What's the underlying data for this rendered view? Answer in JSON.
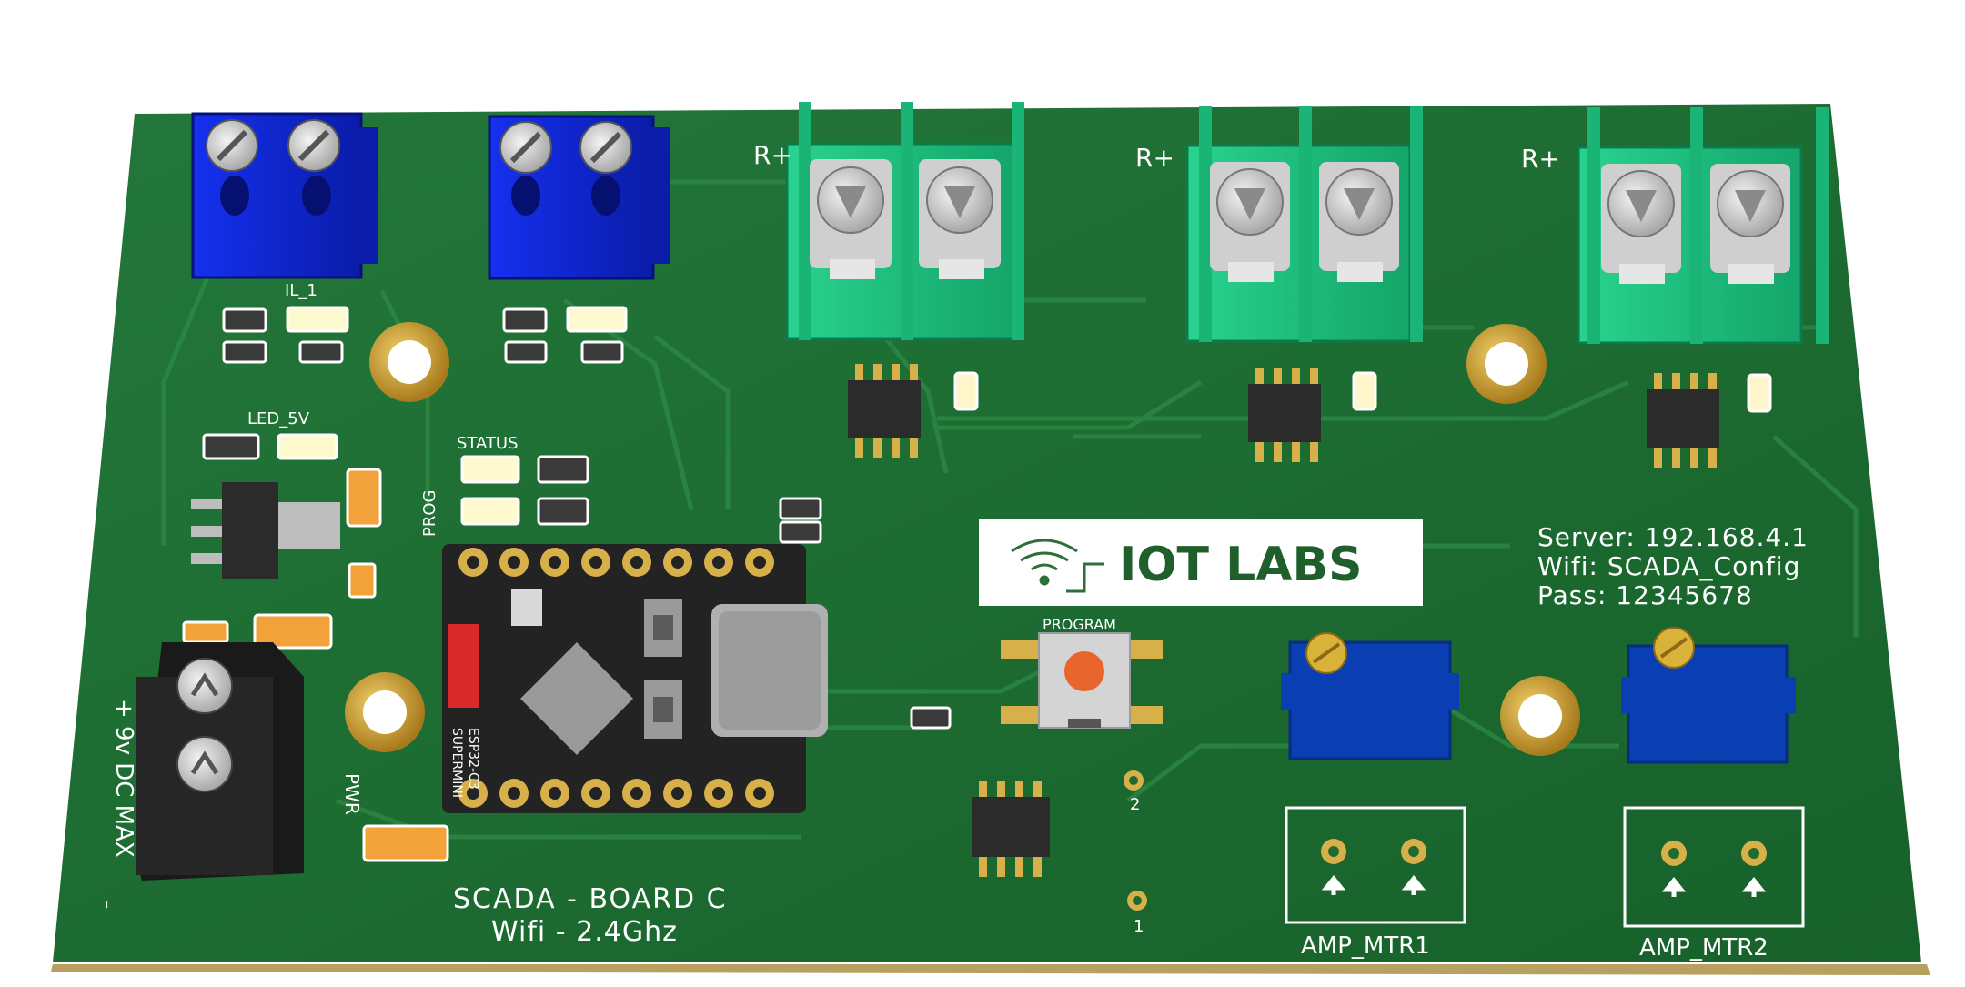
{
  "board": {
    "title_line1": "SCADA - BOARD C",
    "title_line2": "Wifi - 2.4Ghz",
    "logo_text": "IOT LABS",
    "server_line": "Server: 192.168.4.1",
    "wifi_line": "Wifi: SCADA_Config",
    "pass_line": "Pass: 12345678",
    "power_label": "+ 9v DC MAX",
    "power_minus": "-",
    "pwr_label": "PWR",
    "module_label_1": "ESP32-C3",
    "module_label_2": "SUPERMINI"
  },
  "silkscreen": {
    "il_1": "IL_1",
    "led_5v": "LED_5V",
    "status": "STATUS",
    "prog": "PROG",
    "program": "PROGRAM",
    "pad_2": "2",
    "pad_1": "1",
    "amp_mtr1": "AMP_MTR1",
    "amp_mtr2": "AMP_MTR2",
    "r_plus_1": "R+",
    "r_plus_2": "R+",
    "r_plus_3": "R+"
  },
  "colors": {
    "pcb": "#1d6b2e",
    "terminal_blue": "#0b24d6",
    "terminal_green": "#1fc281",
    "terminal_black": "#1a1a1a",
    "pot_blue": "#0a3fb3",
    "gold": "#c79a2e",
    "button_orange": "#e8652e"
  },
  "icons": {
    "logo": "wifi-icon"
  }
}
